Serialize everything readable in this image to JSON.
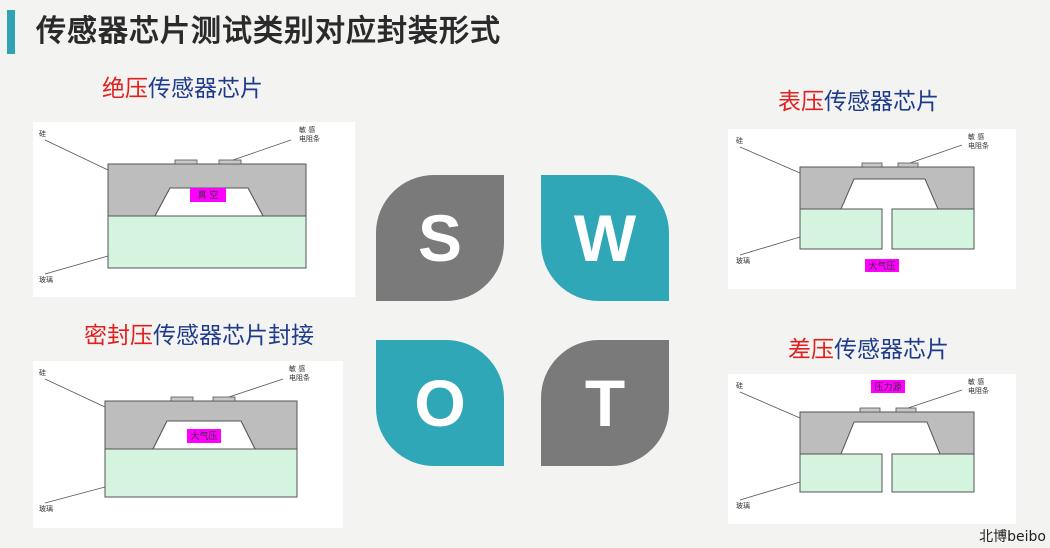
{
  "title": "传感器芯片测试类别对应封装形式",
  "captions": {
    "absolute": {
      "key": "绝压",
      "rest": "传感器芯片"
    },
    "sealed": {
      "key": "密封压",
      "rest": "传感器芯片封接"
    },
    "gauge": {
      "key": "表压",
      "rest": "传感器芯片"
    },
    "differential": {
      "key": "差压",
      "rest": "传感器芯片"
    }
  },
  "diagram_labels": {
    "silicon": "硅",
    "glass": "玻璃",
    "sensitive": "敏 感",
    "resistor_strip": "电阻条",
    "vacuum": "真 空",
    "atmosphere": "大气压",
    "pressure_source": "压力源"
  },
  "swot": {
    "s": "S",
    "w": "W",
    "o": "O",
    "t": "T"
  },
  "colors": {
    "accent": "#2fa3b4",
    "keyword": "#e0201f",
    "caption": "#1f3b8c",
    "gray_petal": "#7a7a7a",
    "teal_petal": "#2fa7b7",
    "highlight": "#ff00ff"
  },
  "watermark": "北博beibo"
}
